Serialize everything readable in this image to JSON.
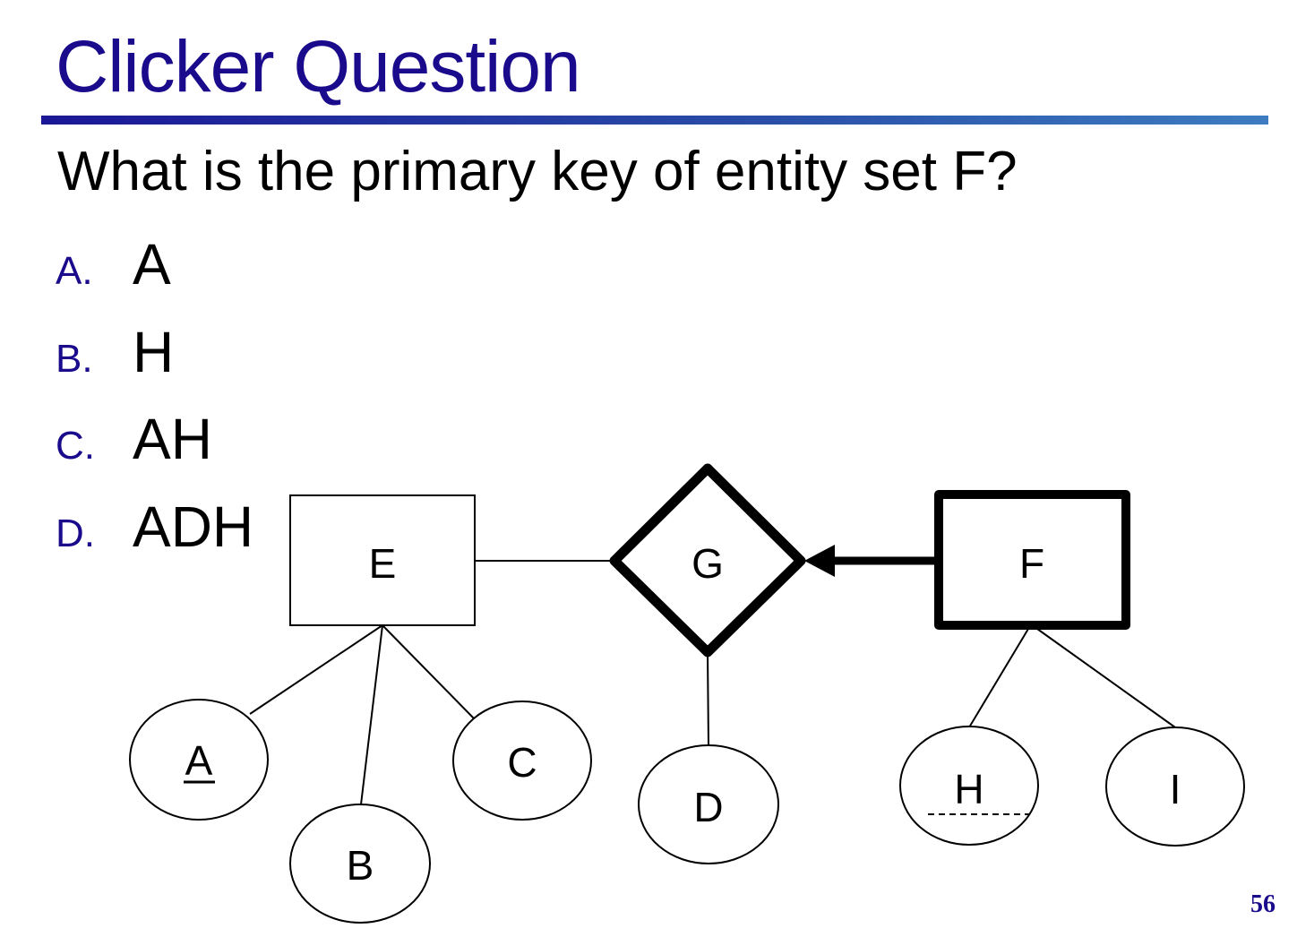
{
  "slide": {
    "title": "Clicker Question",
    "question": "What is the primary key of entity set F?",
    "page_number": "56"
  },
  "options": [
    {
      "letter": "A.",
      "text": "A"
    },
    {
      "letter": "B.",
      "text": "H"
    },
    {
      "letter": "C.",
      "text": "AH"
    },
    {
      "letter": "D.",
      "text": "ADH"
    }
  ],
  "diagram": {
    "entities": [
      {
        "id": "E",
        "label": "E",
        "weak": false
      },
      {
        "id": "F",
        "label": "F",
        "weak": true
      }
    ],
    "relationships": [
      {
        "id": "G",
        "label": "G",
        "identifying": true
      }
    ],
    "attributes": [
      {
        "id": "A",
        "label": "A",
        "owner": "E",
        "key": "primary"
      },
      {
        "id": "B",
        "label": "B",
        "owner": "E",
        "key": "none"
      },
      {
        "id": "C",
        "label": "C",
        "owner": "E",
        "key": "none"
      },
      {
        "id": "D",
        "label": "D",
        "owner": "G",
        "key": "none"
      },
      {
        "id": "H",
        "label": "H",
        "owner": "F",
        "key": "partial"
      },
      {
        "id": "I",
        "label": "I",
        "owner": "F",
        "key": "none"
      }
    ],
    "links": [
      {
        "from": "E",
        "to": "G",
        "style": "thin"
      },
      {
        "from": "F",
        "to": "G",
        "style": "thick-arrow"
      }
    ]
  }
}
